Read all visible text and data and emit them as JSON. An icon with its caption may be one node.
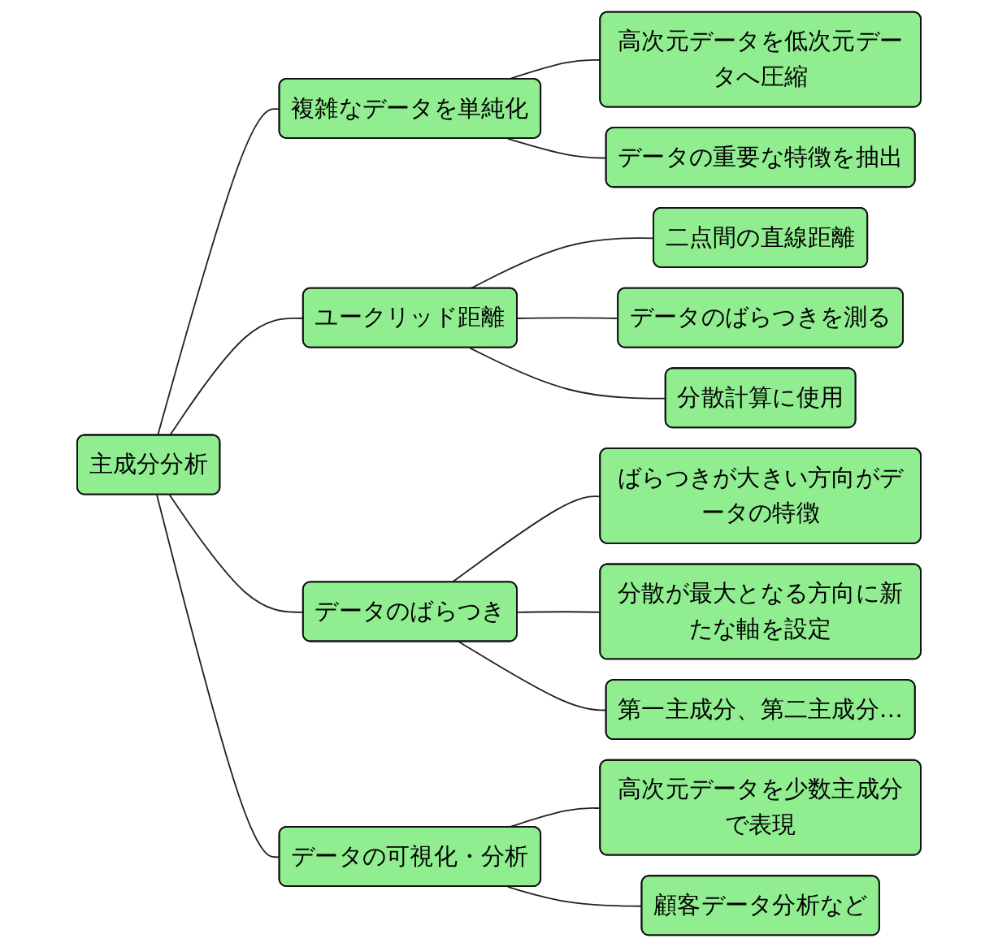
{
  "diagram": {
    "nodes": [
      {
        "text": [
          "主成分分析"
        ]
      },
      {
        "text": [
          "複雑なデータを単純化"
        ]
      },
      {
        "text": [
          "高次元データを低次元データへ圧縮"
        ]
      },
      {
        "text": [
          "データの重要な特徴を抽出"
        ]
      },
      {
        "text": [
          "ユークリッド距離"
        ]
      },
      {
        "text": [
          "二点間の直線距離"
        ]
      },
      {
        "text": [
          "データのばらつきを測る"
        ]
      },
      {
        "text": [
          "分散計算に使用"
        ]
      },
      {
        "text": [
          "データのばらつき"
        ]
      },
      {
        "text": [
          "ばらつきが大きい方向がデータの特徴"
        ]
      },
      {
        "text": [
          "分散が最大となる方向に新たな軸を設定"
        ]
      },
      {
        "text": [
          "第一主成分、第二主成分…"
        ]
      },
      {
        "text": [
          "データの可視化・分析"
        ]
      },
      {
        "text": [
          "高次元データを少数主成分で表現"
        ]
      },
      {
        "text": [
          "顧客データ分析など"
        ]
      }
    ],
    "edges": [
      {
        "from": 0,
        "to": 1,
        "arrow": "none"
      },
      {
        "from": 1,
        "to": 2,
        "arrow": "none"
      },
      {
        "from": 1,
        "to": 3,
        "arrow": "none"
      },
      {
        "from": 0,
        "to": 4,
        "arrow": "none"
      },
      {
        "from": 4,
        "to": 5,
        "arrow": "none"
      },
      {
        "from": 4,
        "to": 6,
        "arrow": "none"
      },
      {
        "from": 4,
        "to": 7,
        "arrow": "none"
      },
      {
        "from": 0,
        "to": 8,
        "arrow": "none"
      },
      {
        "from": 8,
        "to": 9,
        "arrow": "none"
      },
      {
        "from": 8,
        "to": 10,
        "arrow": "none"
      },
      {
        "from": 8,
        "to": 11,
        "arrow": "none"
      },
      {
        "from": 0,
        "to": 12,
        "arrow": "none"
      },
      {
        "from": 12,
        "to": 13,
        "arrow": "none"
      },
      {
        "from": 12,
        "to": 14,
        "arrow": "none"
      }
    ]
  }
}
